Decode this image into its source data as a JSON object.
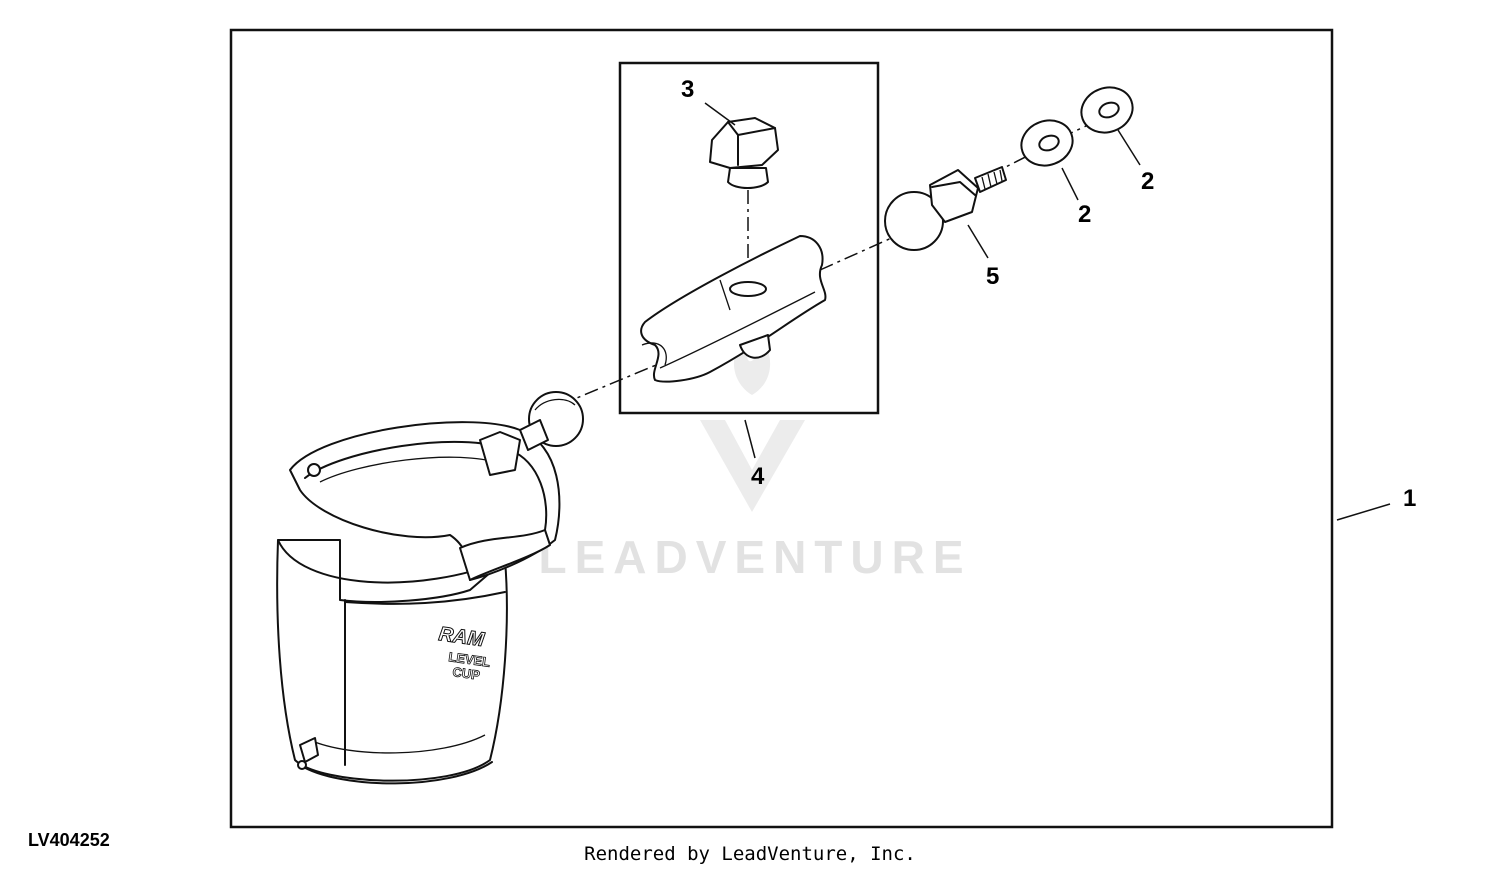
{
  "diagram_id": "LV404252",
  "credit": "Rendered by LeadVenture, Inc.",
  "watermark": "LEADVENTURE",
  "cup_text": [
    "RAM",
    "LEVEL",
    "CUP"
  ],
  "callouts": {
    "assembly": "1",
    "washer_inner": "2",
    "washer_outer": "2",
    "knob": "3",
    "arm": "4",
    "ball_stud": "5"
  },
  "colors": {
    "ink": "#111111",
    "watermark": "#dcdcdc",
    "background": "#ffffff"
  }
}
